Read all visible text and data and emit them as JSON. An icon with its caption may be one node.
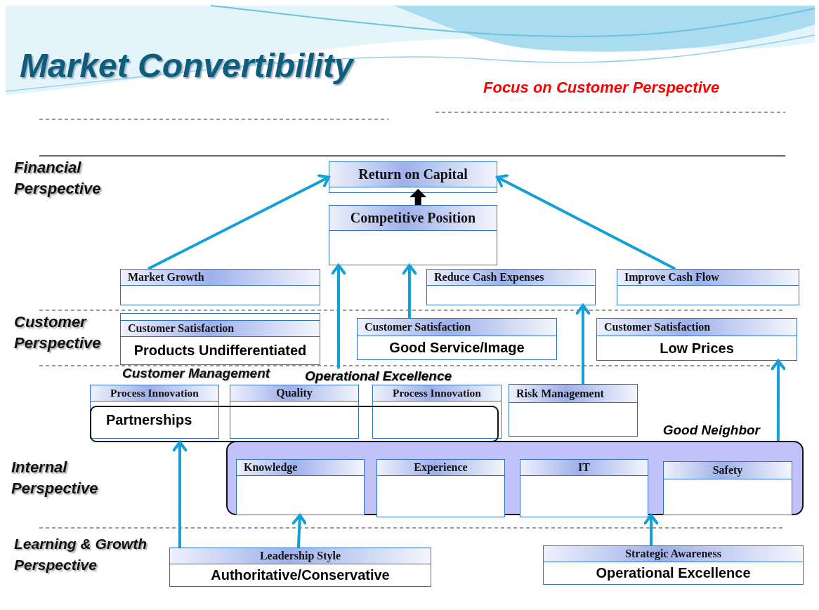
{
  "diagram": {
    "title": "Market Convertibility",
    "nodes": [
      {
        "text": [
          "Return on Capital"
        ]
      },
      {
        "text": [
          "Competitive Position"
        ]
      },
      {
        "text": [
          "Market Growth"
        ]
      },
      {
        "text": [
          "Reduce Cash Expenses"
        ]
      },
      {
        "text": [
          "Improve Cash Flow"
        ]
      },
      {
        "text": [
          "Customer Satisfaction",
          "Products Undifferentiated"
        ]
      },
      {
        "text": [
          "Customer Satisfaction",
          "Good Service/Image"
        ]
      },
      {
        "text": [
          "Customer Satisfaction",
          "Low Prices"
        ]
      },
      {
        "text": [
          "Operational Excellence"
        ]
      },
      {
        "text": [],
        "shape": "box"
      },
      {
        "text": [
          "Process Innovation",
          "Partnerships"
        ]
      },
      {
        "text": [
          "Quality"
        ]
      },
      {
        "text": [
          "Process Innovation"
        ]
      },
      {
        "text": [
          "Risk Management"
        ]
      },
      {
        "text": [
          "Good Neighbor"
        ]
      },
      {
        "text": [
          "Knowledge"
        ],
        "in": 14
      },
      {
        "text": [
          "Experience"
        ],
        "in": 14
      },
      {
        "text": [
          "IT"
        ],
        "in": 14
      },
      {
        "text": [
          "Safety"
        ],
        "in": 14
      },
      {
        "text": [
          "Leadership Style",
          "Authoritative/Conservative"
        ]
      },
      {
        "text": [
          "Strategic Awareness",
          "Operational Excellence"
        ]
      }
    ],
    "edges": [
      {
        "from": 2,
        "to": 0,
        "arrow": "to"
      },
      {
        "from": 4,
        "to": 0,
        "arrow": "to"
      },
      {
        "from": 1,
        "to": 0,
        "arrow": "to",
        "style": "thick",
        "color": "#000000"
      },
      {
        "from": 8,
        "to": 1,
        "arrow": "to"
      },
      {
        "from": 6,
        "to": 1,
        "arrow": "to"
      },
      {
        "from": 13,
        "to": 3,
        "arrow": "to"
      },
      {
        "from": 14,
        "to": 7,
        "arrow": "to"
      },
      {
        "from": 19,
        "to": 9,
        "arrow": "to"
      },
      {
        "from": 19,
        "to": 15,
        "arrow": "to"
      },
      {
        "from": 20,
        "to": 14,
        "arrow": "to"
      }
    ],
    "labels": [
      "Focus on Customer Perspective",
      "Financial Perspective",
      "Customer Perspective",
      "Customer Management",
      "Internal Perspective",
      "Learning & Growth Perspective"
    ]
  }
}
